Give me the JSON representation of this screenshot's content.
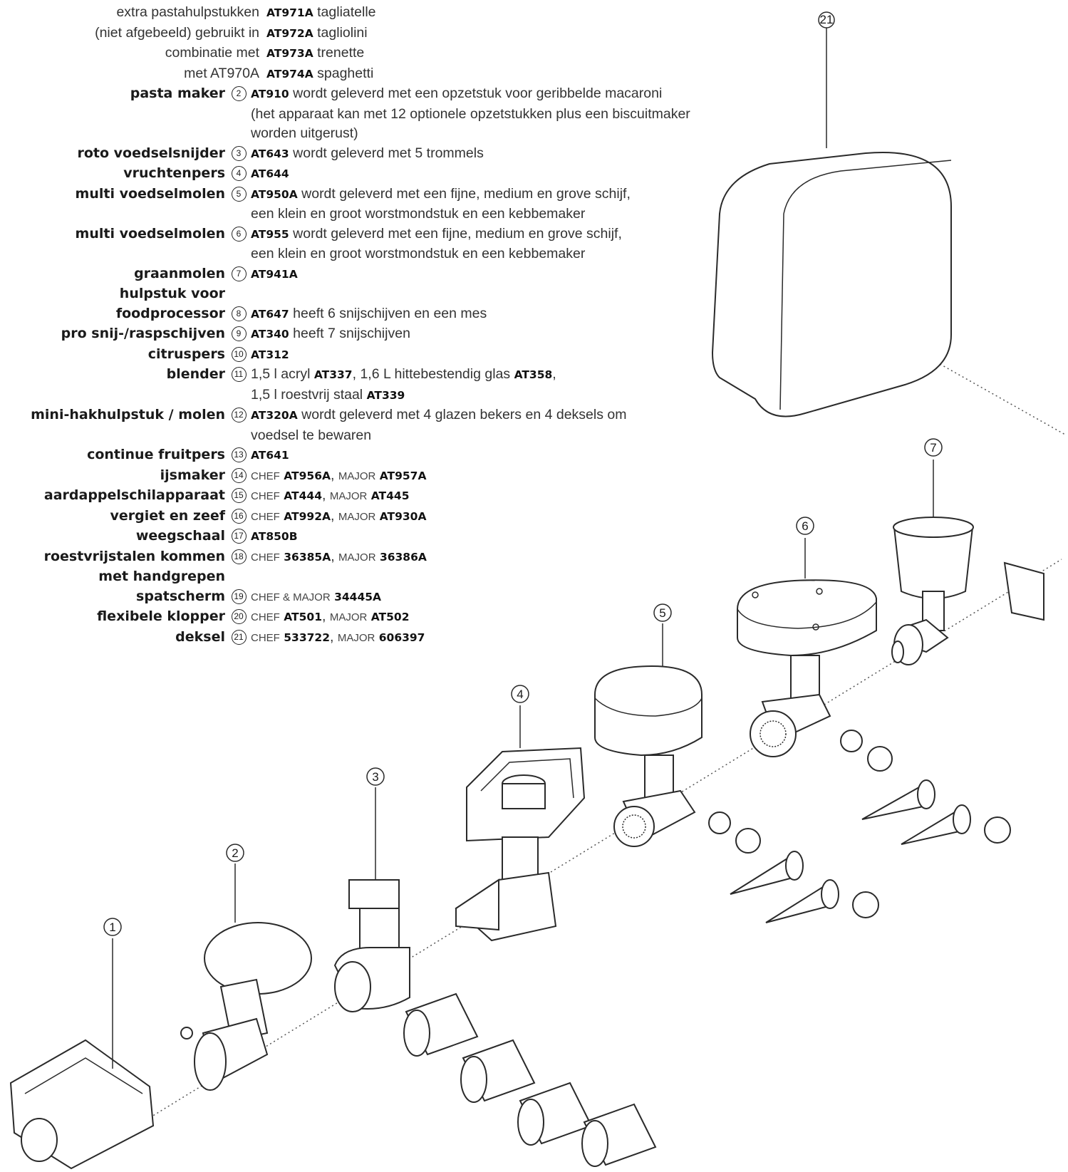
{
  "extra_pasta": [
    {
      "label": "extra pastahulpstukken",
      "code": "AT971A",
      "name": "tagliatelle"
    },
    {
      "label": "(niet afgebeeld) gebruikt in",
      "code": "AT972A",
      "name": "tagliolini"
    },
    {
      "label": "combinatie met",
      "code": "AT973A",
      "name": "trenette"
    },
    {
      "label": "met AT970A",
      "code": "AT974A",
      "name": "spaghetti"
    }
  ],
  "items": [
    {
      "label": "pasta maker",
      "num": "2",
      "code": "AT910",
      "text": "wordt geleverd met een opzetstuk voor geribbelde macaroni",
      "cont": [
        "(het apparaat kan met 12 optionele opzetstukken plus een biscuitmaker",
        "worden uitgerust)"
      ]
    },
    {
      "label": "roto voedselsnijder",
      "num": "3",
      "code": "AT643",
      "text": "wordt geleverd met 5 trommels"
    },
    {
      "label": "vruchtenpers",
      "num": "4",
      "code": "AT644",
      "text": ""
    },
    {
      "label": "multi voedselmolen",
      "num": "5",
      "code": "AT950A",
      "text": "wordt geleverd met een fijne, medium en grove schijf,",
      "cont": [
        "een klein en groot worstmondstuk en een kebbemaker"
      ]
    },
    {
      "label": "multi voedselmolen",
      "num": "6",
      "code": "AT955",
      "text": "wordt geleverd met een fijne, medium en grove schijf,",
      "cont": [
        "een klein en groot worstmondstuk en een kebbemaker"
      ]
    },
    {
      "label": "graanmolen",
      "num": "7",
      "code": "AT941A",
      "text": ""
    },
    {
      "label": "hulpstuk voor",
      "num": "",
      "code": "",
      "text": ""
    },
    {
      "label": "foodprocessor",
      "num": "8",
      "code": "AT647",
      "text": "heeft 6 snijschijven en een mes"
    },
    {
      "label": "pro snij-/raspschijven",
      "num": "9",
      "code": "AT340",
      "text": "heeft 7 snijschijven"
    },
    {
      "label": "citruspers",
      "num": "10",
      "code": "AT312",
      "text": ""
    },
    {
      "label": "blender",
      "num": "11",
      "pre": "1,5 l acryl",
      "code": "AT337",
      "text": ", 1,6 L hittebestendig glas",
      "code2": "AT358",
      "text2": ",",
      "cont2": {
        "pre": "1,5 l roestvrij staal",
        "code": "AT339"
      }
    },
    {
      "label": "mini-hakhulpstuk / molen",
      "num": "12",
      "code": "AT320A",
      "text": "wordt geleverd met 4 glazen bekers en 4 deksels om",
      "cont": [
        "voedsel te bewaren"
      ]
    },
    {
      "label": "continue fruitpers",
      "num": "13",
      "code": "AT641",
      "text": ""
    },
    {
      "label": "ijsmaker",
      "num": "14",
      "p1": "CHEF",
      "c1": "AT956A",
      "p2": "MAJOR",
      "c2": "AT957A"
    },
    {
      "label": "aardappelschilapparaat",
      "num": "15",
      "p1": "CHEF",
      "c1": "AT444",
      "p2": "MAJOR",
      "c2": "AT445"
    },
    {
      "label": "vergiet en zeef",
      "num": "16",
      "p1": "CHEF",
      "c1": "AT992A",
      "p2": "MAJOR",
      "c2": "AT930A"
    },
    {
      "label": "weegschaal",
      "num": "17",
      "code": "AT850B",
      "text": ""
    },
    {
      "label": "roestvrijstalen kommen",
      "num": "18",
      "p1": "CHEF",
      "c1": "36385A",
      "p2": "MAJOR",
      "c2": "36386A"
    },
    {
      "label": "met handgrepen",
      "num": "",
      "code": "",
      "text": ""
    },
    {
      "label": "spatscherm",
      "num": "19",
      "p1": "CHEF & MAJOR",
      "c1": "34445A"
    },
    {
      "label": "flexibele klopper",
      "num": "20",
      "p1": "CHEF",
      "c1": "AT501",
      "p2": "MAJOR",
      "c2": "AT502"
    },
    {
      "label": "deksel",
      "num": "21",
      "p1": "CHEF",
      "c1": "533722",
      "p2": "MAJOR",
      "c2": "606397"
    }
  ],
  "callouts": [
    "1",
    "2",
    "3",
    "4",
    "5",
    "6",
    "7",
    "21"
  ],
  "seps": {
    "comma": ","
  }
}
